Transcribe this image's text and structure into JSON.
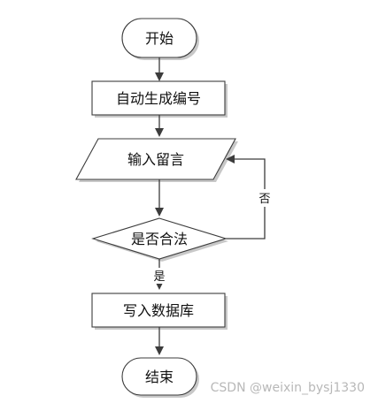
{
  "flowchart": {
    "nodes": {
      "start": "开始",
      "generate_id": "自动生成编号",
      "input_message": "输入留言",
      "is_valid": "是否合法",
      "write_db": "写入数据库",
      "end": "结束"
    },
    "edge_labels": {
      "no": "否",
      "yes": "是"
    }
  },
  "watermark": "CSDN @weixin_bysj1330",
  "colors": {
    "stroke": "#3c3c3c",
    "shadow": "#c8c8c8",
    "watermark": "#b8b8b8"
  }
}
